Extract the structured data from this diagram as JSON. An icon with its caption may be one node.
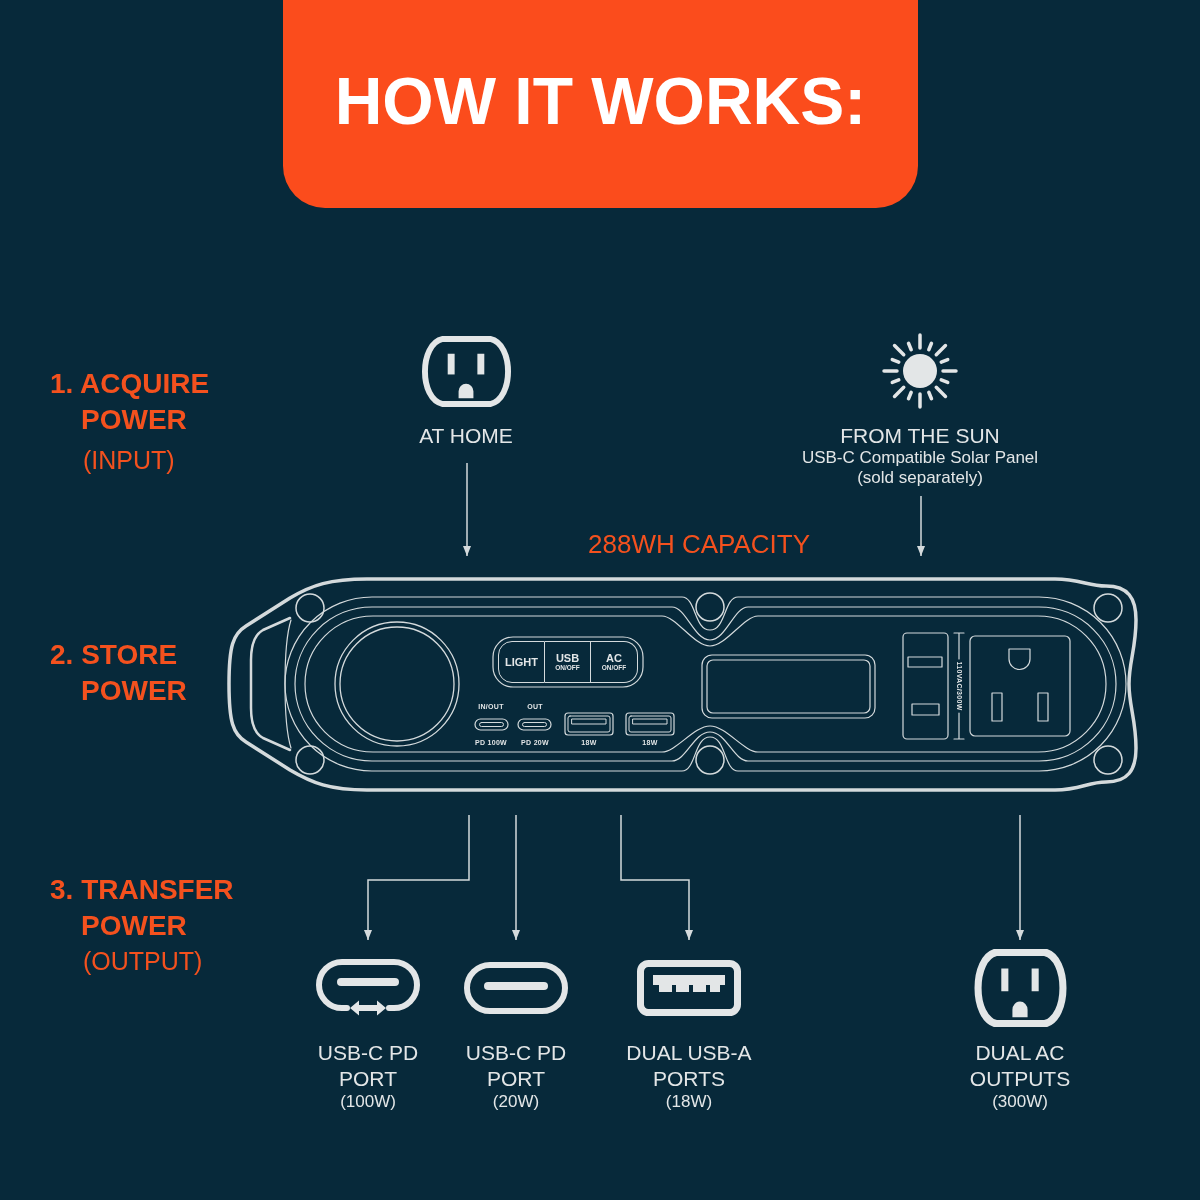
{
  "diagram": {
    "title": "HOW IT WORKS:",
    "nodes": [
      {
        "text": [
          "AT HOME"
        ]
      },
      {
        "text": [
          "FROM THE SUN",
          "USB-C Compatible Solar Panel (sold separately)"
        ]
      },
      {
        "text": [],
        "shape": "picture",
        "beside": [
          "288WH CAPACITY"
        ]
      },
      {
        "text": [
          "LIGHT"
        ],
        "in": 2
      },
      {
        "text": [
          "USB",
          "ON/OFF"
        ],
        "in": 2
      },
      {
        "text": [
          "AC",
          "ON/OFF"
        ],
        "in": 2
      },
      {
        "text": [
          "USB-C PD PORT",
          "(100W)"
        ]
      },
      {
        "text": [
          "USB-C PD PORT",
          "(20W)"
        ]
      },
      {
        "text": [
          "DUAL USB-A PORTS",
          "(18W)"
        ]
      },
      {
        "text": [
          "DUAL AC OUTPUTS",
          "(300W)"
        ]
      }
    ],
    "edges": [
      {
        "from": 0,
        "to": 2,
        "arrow": "to"
      },
      {
        "from": 1,
        "to": 2,
        "arrow": "to"
      },
      {
        "from": 2,
        "to": 6,
        "arrow": "to"
      },
      {
        "from": 2,
        "to": 7,
        "arrow": "to"
      },
      {
        "from": 2,
        "to": 8,
        "arrow": "to"
      },
      {
        "from": 2,
        "to": 9,
        "arrow": "to"
      }
    ],
    "labels": [
      "1. ACQUIRE POWER",
      "(INPUT)",
      "2. STORE POWER",
      "IN/OUT",
      "OUT",
      "PD 100W",
      "PD 20W",
      "18W",
      "18W",
      "110VAC/300W",
      "3. TRANSFER POWER",
      "(OUTPUT)"
    ]
  }
}
